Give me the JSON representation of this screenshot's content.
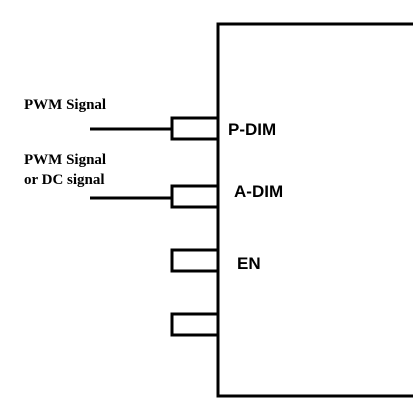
{
  "inputs": [
    {
      "label_lines": [
        "PWM Signal"
      ]
    },
    {
      "label_lines": [
        "PWM Signal",
        "or DC signal"
      ]
    }
  ],
  "pins": [
    {
      "label": "P-DIM"
    },
    {
      "label": "A-DIM"
    },
    {
      "label": "EN"
    },
    {
      "label": ""
    }
  ],
  "colors": {
    "stroke": "#000000",
    "background": "#ffffff"
  }
}
